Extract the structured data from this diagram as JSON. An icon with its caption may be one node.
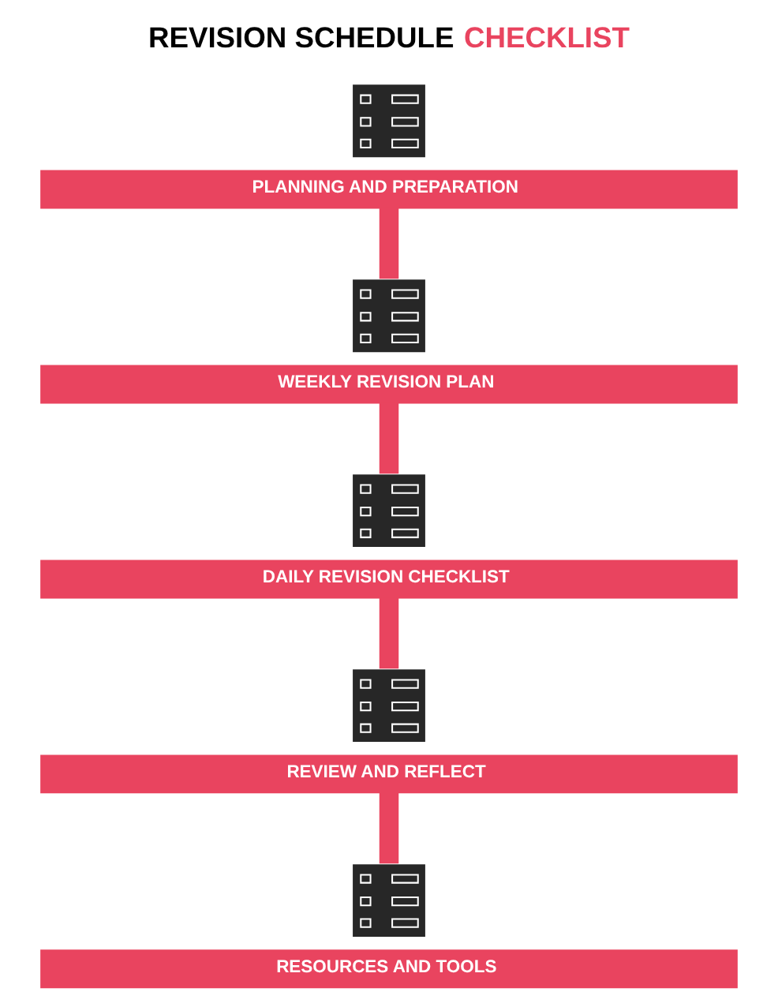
{
  "diagram": {
    "title": "REVISION SCHEDULE CHECKLIST",
    "nodes": [
      {
        "text": [],
        "shape": "picture"
      },
      {
        "text": [
          "PLANNING AND PREPARATION"
        ]
      },
      {
        "text": [],
        "shape": "picture"
      },
      {
        "text": [
          "WEEKLY REVISION PLAN"
        ]
      },
      {
        "text": [],
        "shape": "picture"
      },
      {
        "text": [
          "DAILY REVISION CHECKLIST"
        ]
      },
      {
        "text": [],
        "shape": "picture"
      },
      {
        "text": [
          "REVIEW AND REFLECT"
        ]
      },
      {
        "text": [],
        "shape": "picture"
      },
      {
        "text": [
          "RESOURCES AND TOOLS"
        ]
      }
    ],
    "edges": [
      {
        "from": 1,
        "to": 2,
        "arrow": "none"
      },
      {
        "from": 3,
        "to": 4,
        "arrow": "none"
      },
      {
        "from": 5,
        "to": 6,
        "arrow": "none"
      },
      {
        "from": 7,
        "to": 8,
        "arrow": "none"
      }
    ]
  }
}
